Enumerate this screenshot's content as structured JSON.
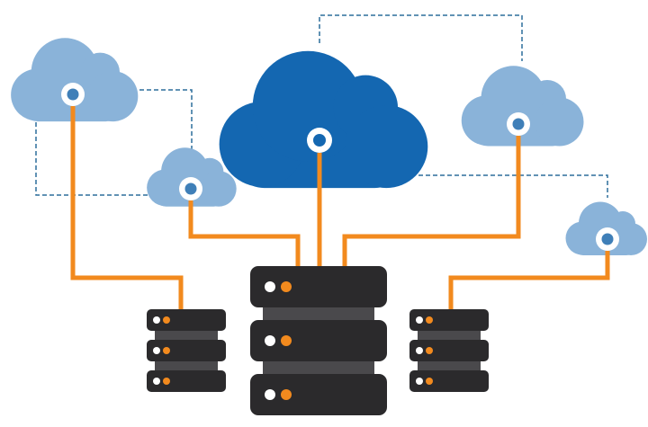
{
  "colors": {
    "background": "#ffffff",
    "cloud_light": "#8ab3d9",
    "cloud_main": "#1467b1",
    "connector": "#f28a1e",
    "dashed_link": "#2d6e9c",
    "server_body": "#2b2a2c",
    "server_gap": "#4a494c",
    "led_white": "#ffffff",
    "led_orange": "#f28a1e",
    "node_ring": "#ffffff",
    "node_center_light": "#3f7fb8",
    "node_center_main": "#1467b1"
  },
  "diagram": {
    "clouds": [
      {
        "id": "cloud-top-left",
        "role": "light-cloud",
        "icon": "cloud-icon"
      },
      {
        "id": "cloud-mid-left",
        "role": "light-cloud",
        "icon": "cloud-icon"
      },
      {
        "id": "cloud-center",
        "role": "main-cloud",
        "icon": "cloud-icon"
      },
      {
        "id": "cloud-top-right",
        "role": "light-cloud",
        "icon": "cloud-icon"
      },
      {
        "id": "cloud-bottom-right",
        "role": "light-cloud",
        "icon": "cloud-icon"
      }
    ],
    "servers": [
      {
        "id": "server-left",
        "units": 3,
        "icon": "server-rack-icon"
      },
      {
        "id": "server-center",
        "units": 3,
        "icon": "server-rack-icon"
      },
      {
        "id": "server-right",
        "units": 3,
        "icon": "server-rack-icon"
      }
    ],
    "connections": [
      {
        "from": "cloud-top-left",
        "to": "server-left",
        "style": "solid"
      },
      {
        "from": "cloud-mid-left",
        "to": "server-center",
        "style": "solid"
      },
      {
        "from": "cloud-center",
        "to": "server-center",
        "style": "solid"
      },
      {
        "from": "cloud-top-right",
        "to": "server-center",
        "style": "solid"
      },
      {
        "from": "cloud-bottom-right",
        "to": "server-right",
        "style": "solid"
      },
      {
        "from": "cloud-top-left",
        "to": "cloud-mid-left",
        "style": "dashed"
      },
      {
        "from": "cloud-center",
        "to": "cloud-top-right",
        "style": "dashed"
      },
      {
        "from": "cloud-center",
        "to": "cloud-bottom-right",
        "style": "dashed"
      }
    ]
  }
}
